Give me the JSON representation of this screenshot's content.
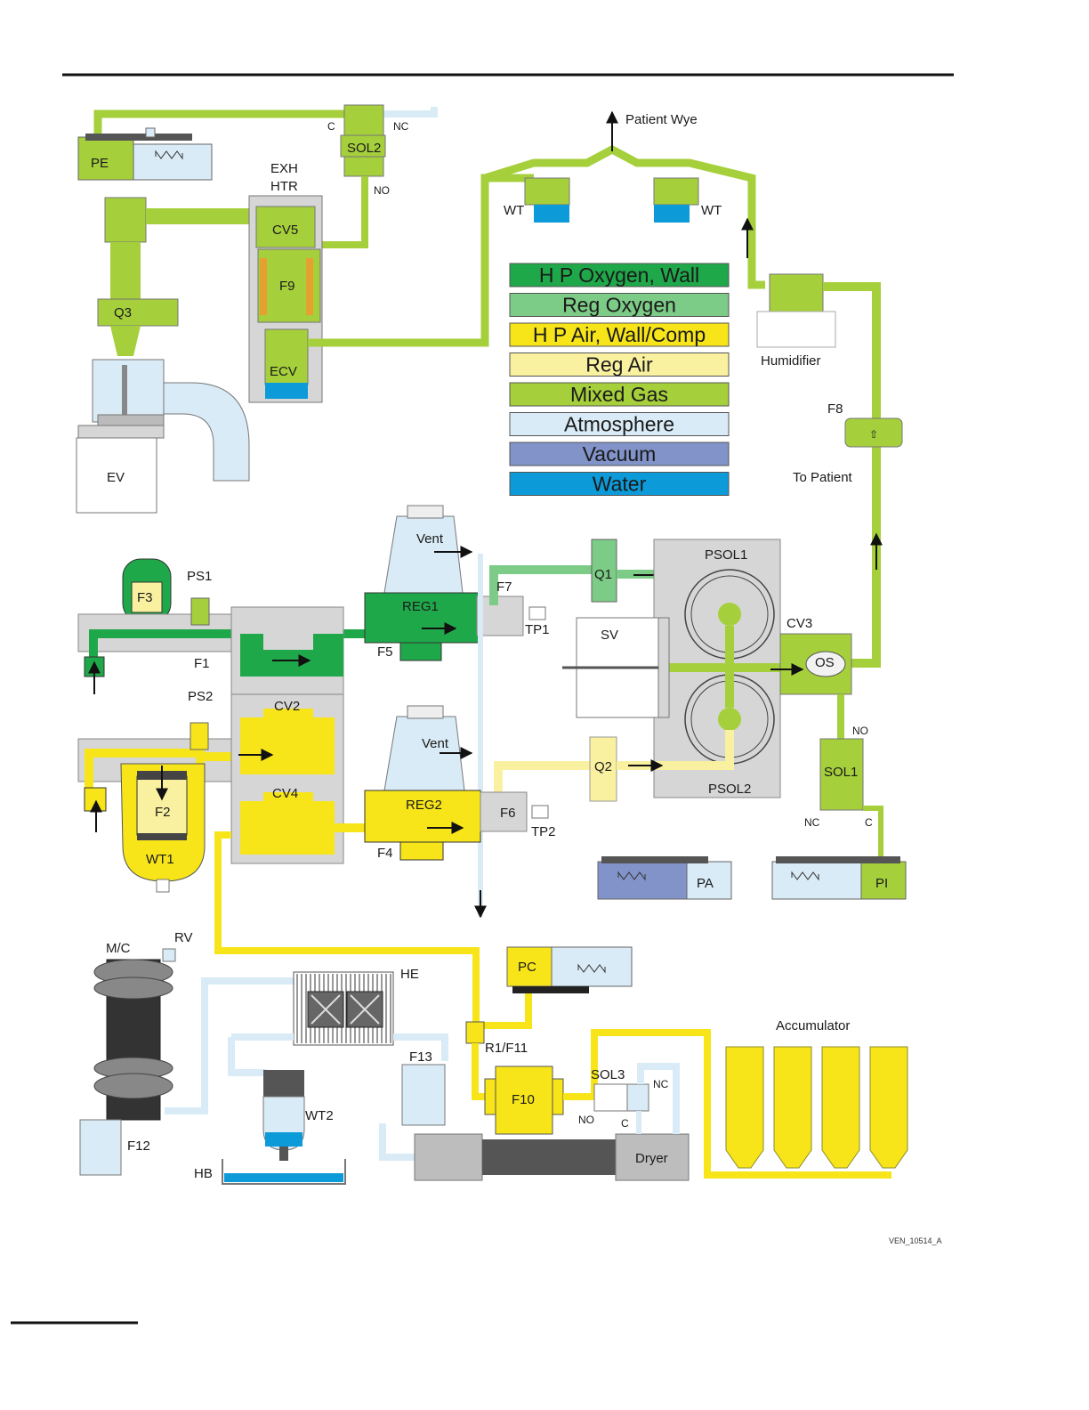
{
  "colors": {
    "hp_oxygen": "#1fa84a",
    "reg_oxygen": "#7ccb86",
    "hp_air": "#f7e51a",
    "reg_air": "#f9f1a0",
    "mixed_gas": "#a6cf3c",
    "atmosphere": "#d9ebf6",
    "vacuum": "#8193c9",
    "water": "#0c9ad8",
    "housing": "#d6d6d6",
    "dark": "#555555"
  },
  "legend": [
    {
      "label": "H P Oxygen, Wall",
      "color": "#1fa84a"
    },
    {
      "label": "Reg Oxygen",
      "color": "#7ccb86"
    },
    {
      "label": "H P Air, Wall/Comp",
      "color": "#f7e51a"
    },
    {
      "label": "Reg Air",
      "color": "#f9f1a0"
    },
    {
      "label": "Mixed Gas",
      "color": "#a6cf3c"
    },
    {
      "label": "Atmosphere",
      "color": "#d9ebf6"
    },
    {
      "label": "Vacuum",
      "color": "#8193c9"
    },
    {
      "label": "Water",
      "color": "#0c9ad8"
    }
  ],
  "labels": {
    "pe": "PE",
    "c_sol2": "C",
    "nc_sol2": "NC",
    "sol2": "SOL2",
    "no_sol2": "NO",
    "exh": "EXH",
    "htr": "HTR",
    "cv5": "CV5",
    "f9": "F9",
    "ecv": "ECV",
    "q3": "Q3",
    "ev": "EV",
    "patient_wye": "Patient Wye",
    "wt_left": "WT",
    "wt_right": "WT",
    "humidifier": "Humidifier",
    "f8": "F8",
    "to_patient": "To Patient",
    "vent1": "Vent",
    "f7": "F7",
    "q1": "Q1",
    "psol1": "PSOL1",
    "ps1": "PS1",
    "f3": "F3",
    "reg1": "REG1",
    "tp1": "TP1",
    "sv": "SV",
    "cv3": "CV3",
    "os": "OS",
    "f5": "F5",
    "f1": "F1",
    "ps2": "PS2",
    "cv2": "CV2",
    "vent2": "Vent",
    "no_sol1": "NO",
    "q2": "Q2",
    "sol1": "SOL1",
    "cv4": "CV4",
    "psol2": "PSOL2",
    "f2": "F2",
    "reg2": "REG2",
    "f6": "F6",
    "tp2": "TP2",
    "nc_sol1": "NC",
    "c_sol1": "C",
    "wt1": "WT1",
    "f4": "F4",
    "pa": "PA",
    "pi": "PI",
    "rv": "RV",
    "mc": "M/C",
    "pc": "PC",
    "he": "HE",
    "r1f11": "R1/F11",
    "accumulator": "Accumulator",
    "f13": "F13",
    "sol3": "SOL3",
    "nc_sol3": "NC",
    "f10": "F10",
    "wt2": "WT2",
    "no_sol3": "NO",
    "c_sol3": "C",
    "f12": "F12",
    "dryer": "Dryer",
    "hb": "HB"
  },
  "figure_code": "VEN_10514_A"
}
